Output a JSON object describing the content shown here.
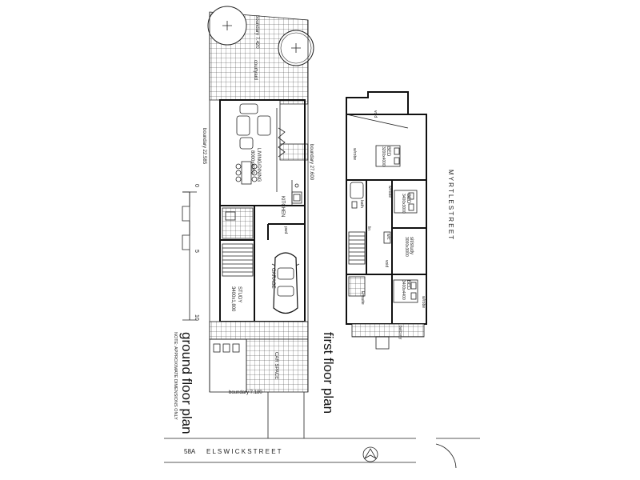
{
  "ground": {
    "title": "ground floor plan",
    "note": "NOTE: APPROXIMATE DIMENSIONS ONLY",
    "boundary_top": "boundary 7.420",
    "boundary_left": "boundary 22.585",
    "boundary_right": "boundary 27.600",
    "boundary_bottom": "boundary 7.180",
    "courtyard": "courtyard",
    "living": "LIVING/DINING",
    "living_dim": "8000x4000",
    "kitchen": "KITCHEN",
    "pwd": "pwd",
    "garage": "GARAGE",
    "study": "STUDY",
    "study_dim": "3400x1,800",
    "car_space": "CAR SPACE",
    "scale": [
      "0",
      "5",
      "10"
    ]
  },
  "first": {
    "title": "first floor plan",
    "void": "void",
    "wrobe_1": "w/robe",
    "bed_1": "BED",
    "bed_1_dim": "3200x4000",
    "wrobe_2": "w/robe",
    "bed_2": "BED",
    "bed_2_dim": "3400x3000",
    "bath": "bath",
    "lin": "lin",
    "wic": "w/c",
    "sitting": "sit/study",
    "sitting_dim": "3000x3000",
    "void_2": "void",
    "ensuite": "Ensuite",
    "bed_3": "BED",
    "bed_3_dim": "3400x4400",
    "wrobe_3": "w/robe",
    "balcony": "balcony"
  },
  "streets": {
    "myrtle": "M Y R T L E     S T R E E T",
    "lot": "58A",
    "elswick": "E L S W I C K           S T R E E T"
  }
}
